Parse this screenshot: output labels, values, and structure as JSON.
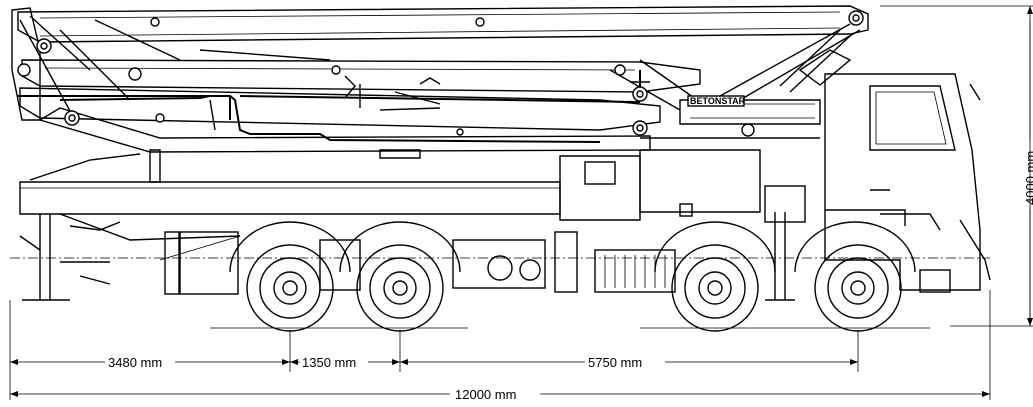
{
  "drawing": {
    "brand_plate": "BETONSTAR"
  },
  "dimensions": {
    "front_overhang": "3480 mm",
    "axle_spacing_front": "1350 mm",
    "axle_spacing_rear": "5750 mm",
    "overall_length": "12000 mm",
    "overall_height": "4000 mm"
  }
}
